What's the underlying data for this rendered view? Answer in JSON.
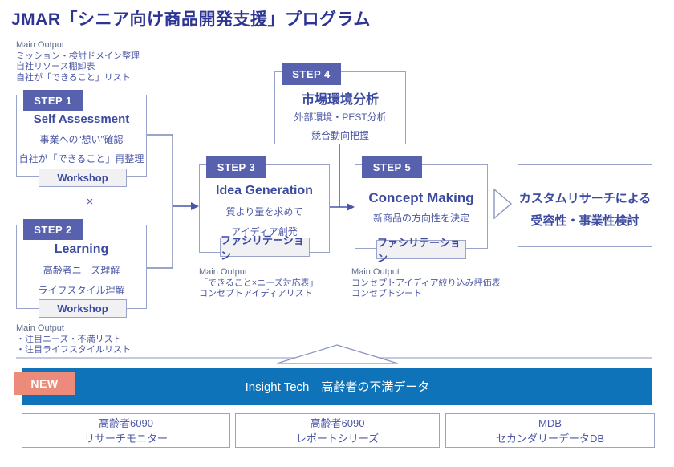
{
  "title": "JMAR「シニア向け商品開発支援」プログラム",
  "multiply_sign": "×",
  "colors": {
    "accent_step_label": "#5761ad",
    "title_text": "#2e3493",
    "insight_bar_blue": "#0e73b9",
    "new_badge_salmon": "#ec8b79",
    "box_border": "#9aa3cb",
    "body_text": "#4c58a6"
  },
  "steps": {
    "step1": {
      "label": "STEP 1",
      "heading": "Self Assessment",
      "lines": [
        "事業への“想い”確認",
        "自社が「できること」再整理"
      ],
      "tag": "Workshop"
    },
    "step2": {
      "label": "STEP 2",
      "heading": "Learning",
      "lines": [
        "高齢者ニーズ理解",
        "ライフスタイル理解"
      ],
      "tag": "Workshop"
    },
    "step3": {
      "label": "STEP 3",
      "heading": "Idea Generation",
      "lines": [
        "質より量を求めて",
        "アイディア創発"
      ],
      "tag": "ファシリテーション"
    },
    "step4": {
      "label": "STEP 4",
      "heading": "市場環境分析",
      "lines": [
        "外部環境・PEST分析",
        "競合動向把握"
      ]
    },
    "step5": {
      "label": "STEP 5",
      "heading": "Concept Making",
      "lines": [
        "新商品の方向性を決定"
      ],
      "tag": "ファシリテーション"
    }
  },
  "outputs": {
    "step1": {
      "heading": "Main Output",
      "lines": [
        "ミッション・検討ドメイン整理",
        "自社リソース棚卸表",
        "自社が「できること」リスト"
      ]
    },
    "step2": {
      "heading": "Main Output",
      "lines": [
        "・注目ニーズ・不満リスト",
        "・注目ライフスタイルリスト"
      ]
    },
    "step3": {
      "heading": "Main Output",
      "lines": [
        "「できること×ニーズ対応表」",
        "コンセプトアイディアリスト"
      ]
    },
    "step5": {
      "heading": "Main Output",
      "lines": [
        "コンセプトアイディア絞り込み評価表",
        "コンセプトシート"
      ]
    }
  },
  "result_box": {
    "lines": [
      "カスタムリサーチによる",
      "受容性・事業性検討"
    ]
  },
  "insight_bar": {
    "badge": "NEW",
    "label": "Insight Tech　高齢者の不満データ"
  },
  "data_sources": [
    {
      "lines": [
        "高齢者6090",
        "リサーチモニター"
      ]
    },
    {
      "lines": [
        "高齢者6090",
        "レポートシリーズ"
      ]
    },
    {
      "lines": [
        "MDB",
        "セカンダリーデータDB"
      ]
    }
  ]
}
